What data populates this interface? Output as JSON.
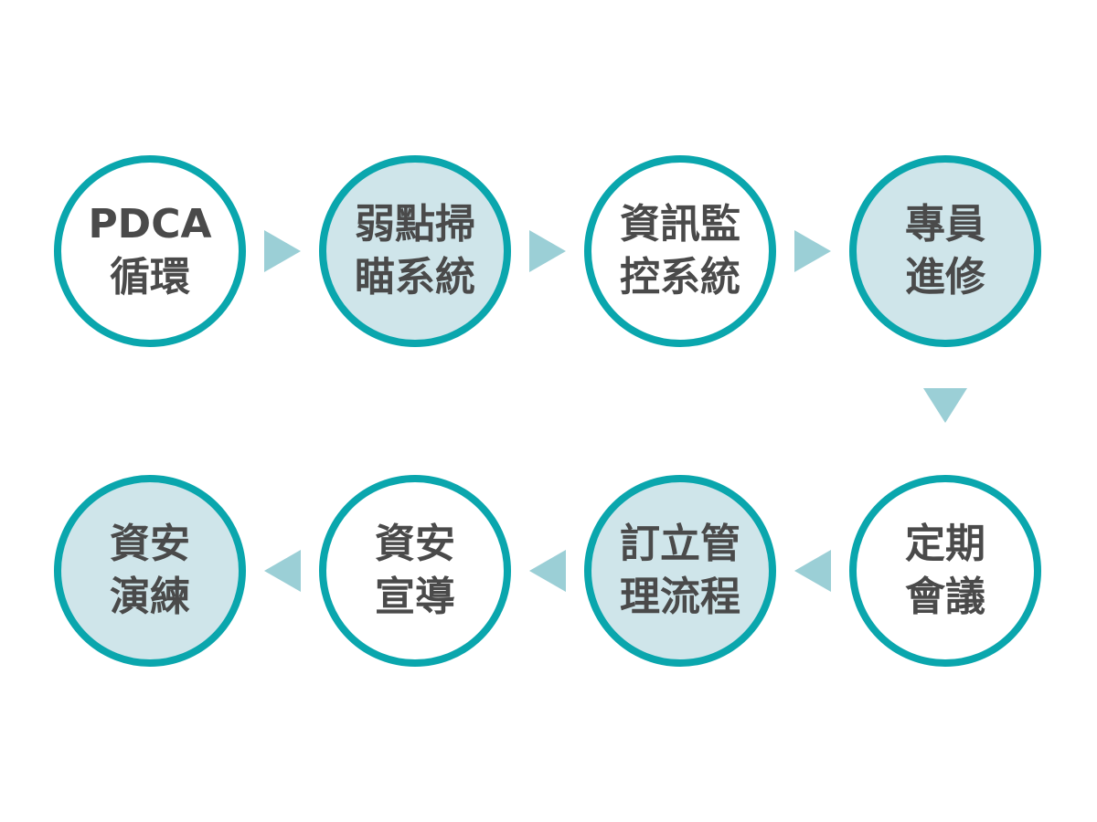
{
  "steps": [
    {
      "line1": "PDCA",
      "line2": "循環",
      "style": "plain"
    },
    {
      "line1": "弱點掃",
      "line2": "瞄系統",
      "style": "filled"
    },
    {
      "line1": "資訊監",
      "line2": "控系統",
      "style": "plain"
    },
    {
      "line1": "專員",
      "line2": "進修",
      "style": "filled"
    },
    {
      "line1": "定期",
      "line2": "會議",
      "style": "plain"
    },
    {
      "line1": "訂立管",
      "line2": "理流程",
      "style": "filled"
    },
    {
      "line1": "資安",
      "line2": "宣導",
      "style": "plain"
    },
    {
      "line1": "資安",
      "line2": "演練",
      "style": "filled"
    }
  ],
  "colors": {
    "ring": "#0aa6ad",
    "fill": "#cfe5ea",
    "arrow": "#9bcfd6",
    "text": "#4a4a4a"
  }
}
